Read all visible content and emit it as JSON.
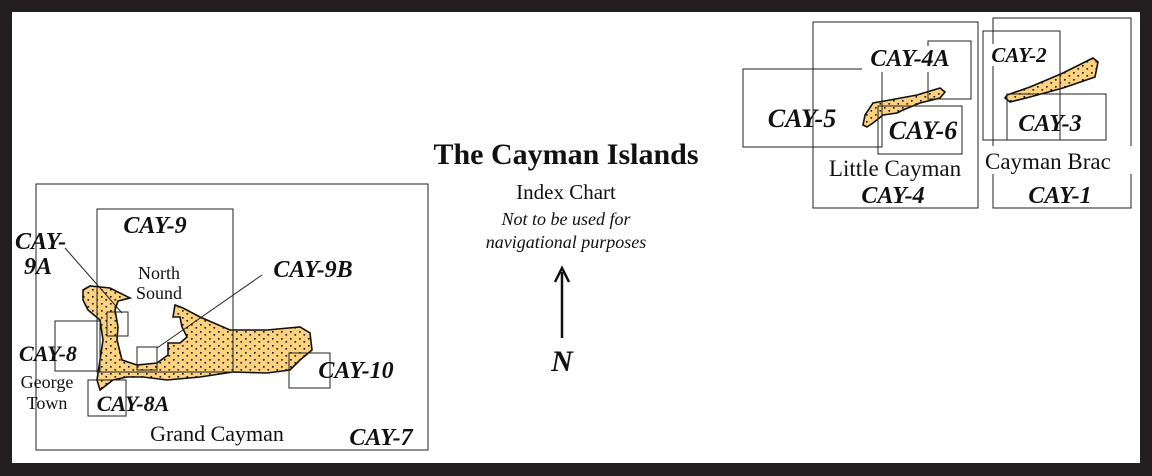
{
  "title": "The Cayman Islands",
  "subtitle": "Index Chart",
  "disclaimer": [
    "Not to be used for",
    "navigational purposes"
  ],
  "north_label": "N",
  "colors": {
    "land": "#fcd27e",
    "background": "#ffffff",
    "frame": "#231f20"
  },
  "islands": {
    "grand_cayman": {
      "name": "Grand Cayman",
      "places": {
        "north_sound": [
          "North",
          "Sound"
        ],
        "george_town": [
          "George",
          "Town"
        ]
      },
      "charts": {
        "cay7": "CAY-7",
        "cay9": "CAY-9",
        "cay9a": [
          "CAY-",
          "9A"
        ],
        "cay9b": "CAY-9B",
        "cay8": "CAY-8",
        "cay8a": "CAY-8A",
        "cay10": "CAY-10"
      }
    },
    "little_cayman": {
      "name": "Little Cayman",
      "charts": {
        "cay4": "CAY-4",
        "cay4a": "CAY-4A",
        "cay5": "CAY-5",
        "cay6": "CAY-6"
      }
    },
    "cayman_brac": {
      "name": "Cayman Brac",
      "charts": {
        "cay1": "CAY-1",
        "cay2": "CAY-2",
        "cay3": "CAY-3"
      }
    }
  }
}
